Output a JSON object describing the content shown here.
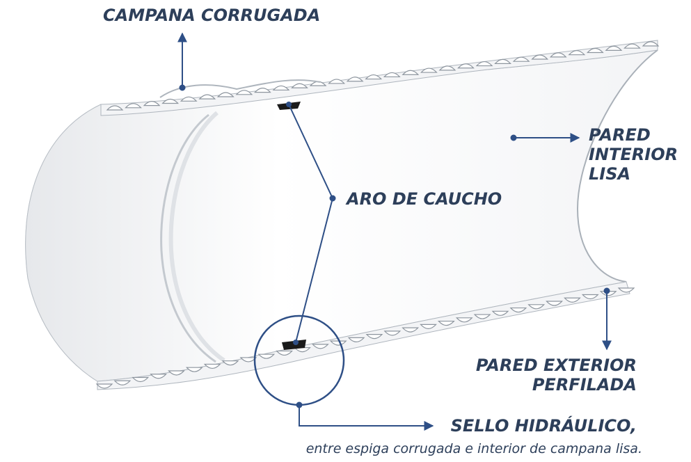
{
  "labels": {
    "campana": "CAMPANA CORRUGADA",
    "pared_interior": [
      "PARED",
      "INTERIOR",
      "LISA"
    ],
    "aro": "ARO DE CAUCHO",
    "pared_exterior": [
      "PARED EXTERIOR",
      "PERFILADA"
    ],
    "sello": "SELLO HIDRÁULICO,",
    "sello_nota": "entre espiga corrugada e interior de campana lisa."
  },
  "colors": {
    "label_text": "#2d3f5a",
    "leader_line": "#2e4f86",
    "pipe_body": "#ffffff",
    "pipe_shadow": "#c9ced4",
    "pipe_outline": "#9aa2ab",
    "gasket": "#1a1a1a"
  }
}
